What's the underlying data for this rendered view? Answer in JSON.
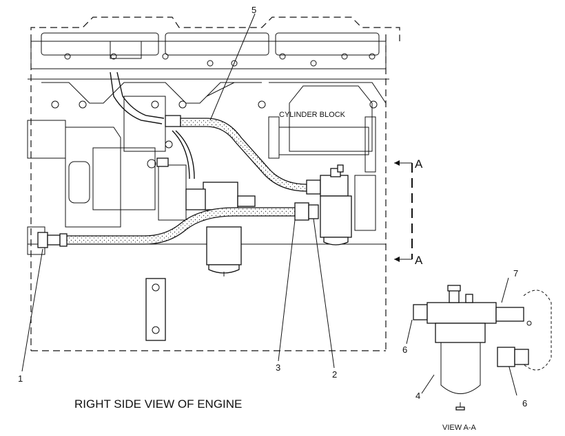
{
  "diagram": {
    "callouts": {
      "c1": "1",
      "c2": "2",
      "c3": "3",
      "c4": "4",
      "c5": "5",
      "c6a": "6",
      "c6b": "6",
      "c7": "7"
    },
    "cylinder_block": "CYLINDER BLOCK",
    "section_a_top": "A",
    "section_a_bottom": "A",
    "caption": "RIGHT SIDE VIEW OF ENGINE",
    "view_caption": "VIEW A-A"
  }
}
